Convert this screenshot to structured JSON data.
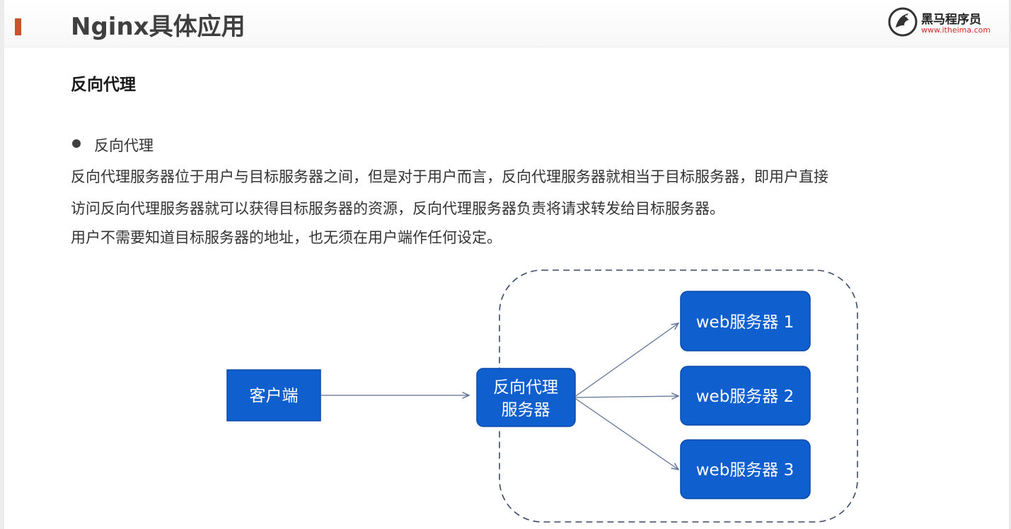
{
  "header": {
    "title": "Nginx具体应用",
    "logo": {
      "name": "黑马程序员",
      "url": "www.itheima.com"
    }
  },
  "section": {
    "heading": "反向代理"
  },
  "bullet": {
    "label": "反向代理"
  },
  "paragraph": {
    "line1": "反向代理服务器位于用户与目标服务器之间，但是对于用户而言，反向代理服务器就相当于目标服务器，即用户直接",
    "line2": "访问反向代理服务器就可以获得目标服务器的资源，反向代理服务器负责将请求转发给目标服务器。",
    "line3": "用户不需要知道目标服务器的地址，也无须在用户端作任何设定。"
  },
  "diagram": {
    "client": "客户端",
    "proxy": {
      "line1": "反向代理",
      "line2": "服务器"
    },
    "servers": [
      "web服务器 1",
      "web服务器 2",
      "web服务器 3"
    ],
    "colors": {
      "box_fill": "#0f5fcf",
      "box_border": "#0a4aa8",
      "arrow": "#5a6f94",
      "dashed_border": "#3a4a66"
    }
  }
}
